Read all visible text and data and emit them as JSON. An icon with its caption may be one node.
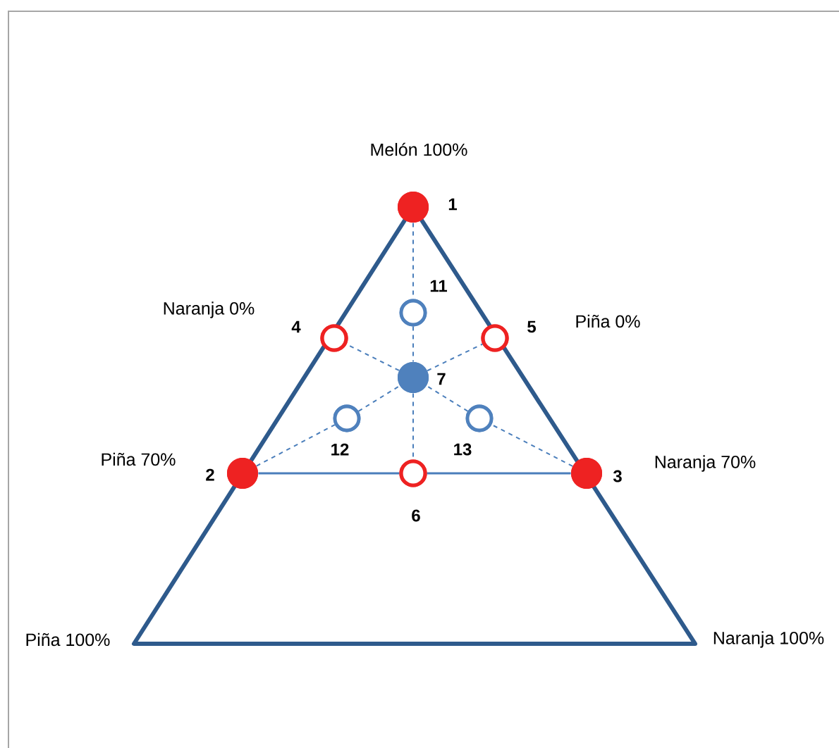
{
  "diagram": {
    "nodes": [
      {
        "text": [],
        "shape": "circle",
        "beside": [
          "1"
        ]
      },
      {
        "text": [],
        "shape": "circle",
        "beside": [
          "11"
        ]
      },
      {
        "text": [],
        "shape": "circle",
        "beside": [
          "4"
        ]
      },
      {
        "text": [],
        "shape": "circle",
        "beside": [
          "5"
        ]
      },
      {
        "text": [],
        "shape": "circle",
        "beside": [
          "7"
        ]
      },
      {
        "text": [],
        "shape": "circle",
        "beside": [
          "12"
        ]
      },
      {
        "text": [],
        "shape": "circle",
        "beside": [
          "13"
        ]
      },
      {
        "text": [],
        "shape": "circle",
        "beside": [
          "2"
        ]
      },
      {
        "text": [],
        "shape": "circle",
        "beside": [
          "6"
        ]
      },
      {
        "text": [],
        "shape": "circle",
        "beside": [
          "3"
        ]
      }
    ],
    "edges": [
      {
        "from": 0,
        "to": 1,
        "arrow": "none",
        "style": "dashed"
      },
      {
        "from": 1,
        "to": 4,
        "arrow": "none",
        "style": "dashed"
      },
      {
        "from": 4,
        "to": 8,
        "arrow": "none",
        "style": "dashed"
      },
      {
        "from": 7,
        "to": 5,
        "arrow": "none",
        "style": "dashed"
      },
      {
        "from": 5,
        "to": 4,
        "arrow": "none",
        "style": "dashed"
      },
      {
        "from": 4,
        "to": 3,
        "arrow": "none",
        "style": "dashed"
      },
      {
        "from": 9,
        "to": 6,
        "arrow": "none",
        "style": "dashed"
      },
      {
        "from": 6,
        "to": 4,
        "arrow": "none",
        "style": "dashed"
      },
      {
        "from": 4,
        "to": 2,
        "arrow": "none",
        "style": "dashed"
      },
      {
        "from": 7,
        "to": 8,
        "arrow": "none"
      },
      {
        "from": 8,
        "to": 9,
        "arrow": "none"
      }
    ],
    "labels": [
      "Melón 100%",
      "Naranja 0%",
      "Piña 0%",
      "Piña 70%",
      "Naranja 70%",
      "Piña 100%",
      "Naranja 100%"
    ]
  }
}
